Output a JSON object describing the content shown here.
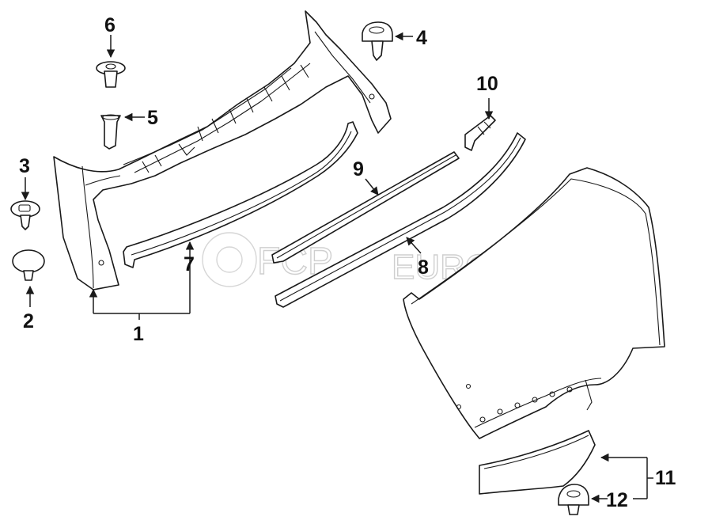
{
  "callouts": {
    "c1": "1",
    "c2": "2",
    "c3": "3",
    "c4": "4",
    "c5": "5",
    "c6": "6",
    "c7": "7",
    "c8": "8",
    "c9": "9",
    "c10": "10",
    "c11": "11",
    "c12": "12"
  },
  "watermark": {
    "fcp": "FCP",
    "euro": "EURO"
  },
  "colors": {
    "line": "#1a1a1a",
    "watermark": "#cfcfcf",
    "background": "#ffffff"
  }
}
